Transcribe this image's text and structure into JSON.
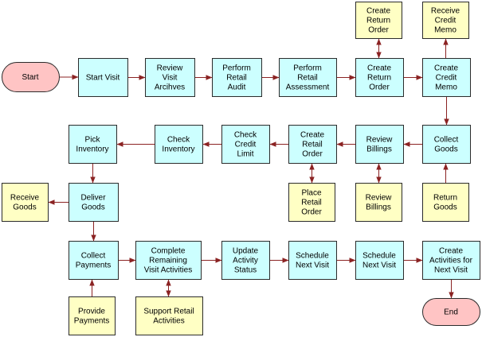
{
  "colors": {
    "process_fill": "#ccffff",
    "note_fill": "#ffffc4",
    "terminal_fill": "#ffc4c4",
    "border": "#2b2b2b",
    "arrow": "#8b2323"
  },
  "nodes": [
    {
      "id": "start",
      "kind": "terminal",
      "lines": [
        "Start"
      ]
    },
    {
      "id": "start-visit",
      "kind": "process",
      "lines": [
        "Start Visit"
      ]
    },
    {
      "id": "review-visit-archives",
      "kind": "process",
      "lines": [
        "Review",
        "Visit",
        "Arcihves"
      ]
    },
    {
      "id": "perform-retail-audit",
      "kind": "process",
      "lines": [
        "Perform",
        "Retail",
        "Audit"
      ]
    },
    {
      "id": "perform-retail-assessment",
      "kind": "process",
      "lines": [
        "Perform",
        "Retail",
        "Assessment"
      ]
    },
    {
      "id": "create-return-order",
      "kind": "process",
      "lines": [
        "Create",
        "Return",
        "Order"
      ]
    },
    {
      "id": "create-credit-memo",
      "kind": "process",
      "lines": [
        "Create",
        "Credit",
        "Memo"
      ]
    },
    {
      "id": "create-return-order-note",
      "kind": "note",
      "lines": [
        "Create",
        "Return",
        "Order"
      ]
    },
    {
      "id": "receive-credit-memo",
      "kind": "note",
      "lines": [
        "Receive",
        "Credit",
        "Memo"
      ]
    },
    {
      "id": "pick-inventory",
      "kind": "process",
      "lines": [
        "Pick",
        "Inventory"
      ]
    },
    {
      "id": "check-inventory",
      "kind": "process",
      "lines": [
        "Check",
        "Inventory"
      ]
    },
    {
      "id": "check-credit-limit",
      "kind": "process",
      "lines": [
        "Check",
        "Credit",
        "Limit"
      ]
    },
    {
      "id": "create-retail-order",
      "kind": "process",
      "lines": [
        "Create",
        "Retail",
        "Order"
      ]
    },
    {
      "id": "review-billings",
      "kind": "process",
      "lines": [
        "Review",
        "Billings"
      ]
    },
    {
      "id": "collect-goods",
      "kind": "process",
      "lines": [
        "Collect",
        "Goods"
      ]
    },
    {
      "id": "receive-goods",
      "kind": "note",
      "lines": [
        "Receive",
        "Goods"
      ]
    },
    {
      "id": "deliver-goods",
      "kind": "process",
      "lines": [
        "Deliver",
        "Goods"
      ]
    },
    {
      "id": "place-retail-order",
      "kind": "note",
      "lines": [
        "Place",
        "Retail",
        "Order"
      ]
    },
    {
      "id": "review-billings-note",
      "kind": "note",
      "lines": [
        "Review",
        "Billings"
      ]
    },
    {
      "id": "return-goods",
      "kind": "note",
      "lines": [
        "Return",
        "Goods"
      ]
    },
    {
      "id": "collect-payments",
      "kind": "process",
      "lines": [
        "Collect",
        "Payments"
      ]
    },
    {
      "id": "complete-remaining-visit-activities",
      "kind": "process",
      "lines": [
        "Complete",
        "Remaining",
        "Visit Activities"
      ]
    },
    {
      "id": "update-activity-status",
      "kind": "process",
      "lines": [
        "Update",
        "Activity",
        "Status"
      ]
    },
    {
      "id": "schedule-next-visit-1",
      "kind": "process",
      "lines": [
        "Schedule",
        "Next Visit"
      ]
    },
    {
      "id": "schedule-next-visit-2",
      "kind": "process",
      "lines": [
        "Schedule",
        "Next Visit"
      ]
    },
    {
      "id": "create-activities-for-next-visit",
      "kind": "process",
      "lines": [
        "Create",
        "Activities for",
        "Next Visit"
      ]
    },
    {
      "id": "provide-payments",
      "kind": "note",
      "lines": [
        "Provide",
        "Payments"
      ]
    },
    {
      "id": "support-retail-activities",
      "kind": "note",
      "lines": [
        "Support Retail",
        "Activities"
      ]
    },
    {
      "id": "end",
      "kind": "terminal",
      "lines": [
        "End"
      ]
    }
  ],
  "edges": [
    {
      "id": "start-to-start-visit",
      "from": "start",
      "to": "start-visit"
    },
    {
      "id": "start-visit-to-review-visit-archives",
      "from": "start-visit",
      "to": "review-visit-archives"
    },
    {
      "id": "review-visit-archives-to-perform-retail-audit",
      "from": "review-visit-archives",
      "to": "perform-retail-audit"
    },
    {
      "id": "perform-retail-audit-to-perform-retail-assessment",
      "from": "perform-retail-audit",
      "to": "perform-retail-assessment"
    },
    {
      "id": "perform-retail-assessment-to-create-return-order",
      "from": "perform-retail-assessment",
      "to": "create-return-order"
    },
    {
      "id": "create-return-order-to-create-credit-memo",
      "from": "create-return-order",
      "to": "create-credit-memo"
    },
    {
      "id": "create-return-order-with-note",
      "from": "create-return-order",
      "to": "create-return-order-note",
      "bidirectional": true
    },
    {
      "id": "create-credit-memo-to-receive-credit-memo",
      "from": "create-credit-memo",
      "to": "receive-credit-memo"
    },
    {
      "id": "create-credit-memo-to-collect-goods",
      "from": "create-credit-memo",
      "to": "collect-goods"
    },
    {
      "id": "collect-goods-to-review-billings",
      "from": "collect-goods",
      "to": "review-billings"
    },
    {
      "id": "review-billings-to-create-retail-order",
      "from": "review-billings",
      "to": "create-retail-order"
    },
    {
      "id": "create-retail-order-to-check-credit-limit",
      "from": "create-retail-order",
      "to": "check-credit-limit"
    },
    {
      "id": "check-credit-limit-to-check-inventory",
      "from": "check-credit-limit",
      "to": "check-inventory"
    },
    {
      "id": "check-inventory-to-pick-inventory",
      "from": "check-inventory",
      "to": "pick-inventory"
    },
    {
      "id": "pick-inventory-to-deliver-goods",
      "from": "pick-inventory",
      "to": "deliver-goods"
    },
    {
      "id": "deliver-goods-to-receive-goods",
      "from": "deliver-goods",
      "to": "receive-goods"
    },
    {
      "id": "deliver-goods-to-collect-payments",
      "from": "deliver-goods",
      "to": "collect-payments"
    },
    {
      "id": "create-retail-order-with-place-retail-order",
      "from": "create-retail-order",
      "to": "place-retail-order",
      "bidirectional": true
    },
    {
      "id": "review-billings-with-note",
      "from": "review-billings",
      "to": "review-billings-note",
      "bidirectional": true
    },
    {
      "id": "return-goods-to-collect-goods",
      "from": "return-goods",
      "to": "collect-goods"
    },
    {
      "id": "provide-payments-to-collect-payments",
      "from": "provide-payments",
      "to": "collect-payments"
    },
    {
      "id": "collect-payments-to-complete-remaining-visit-activities",
      "from": "collect-payments",
      "to": "complete-remaining-visit-activities"
    },
    {
      "id": "complete-remaining-visit-activities-with-support",
      "from": "complete-remaining-visit-activities",
      "to": "support-retail-activities",
      "bidirectional": true
    },
    {
      "id": "complete-remaining-visit-activities-to-update-activity-status",
      "from": "complete-remaining-visit-activities",
      "to": "update-activity-status"
    },
    {
      "id": "update-activity-status-to-schedule-next-visit-1",
      "from": "update-activity-status",
      "to": "schedule-next-visit-1"
    },
    {
      "id": "schedule-next-visit-1-to-schedule-next-visit-2",
      "from": "schedule-next-visit-1",
      "to": "schedule-next-visit-2"
    },
    {
      "id": "schedule-next-visit-2-to-create-activities-for-next-visit",
      "from": "schedule-next-visit-2",
      "to": "create-activities-for-next-visit"
    },
    {
      "id": "create-activities-for-next-visit-to-end",
      "from": "create-activities-for-next-visit",
      "to": "end"
    }
  ]
}
